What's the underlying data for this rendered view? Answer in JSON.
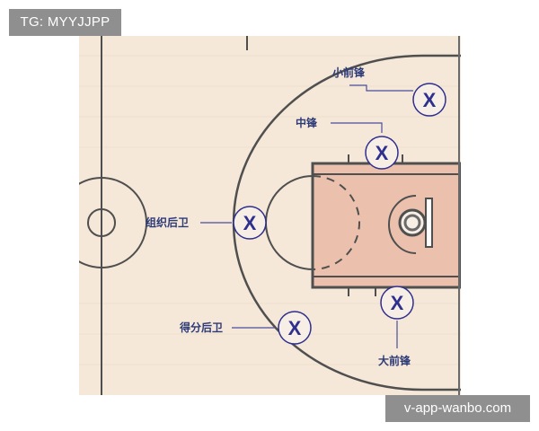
{
  "overlay": {
    "tag_text": "TG: MYYJJPP",
    "url_text": "v-app-wanbo.com"
  },
  "positions": {
    "small_forward": "小前锋",
    "center": "中锋",
    "point_guard": "组织后卫",
    "shooting_guard": "得分后卫",
    "power_forward": "大前锋"
  },
  "markers": {
    "symbol": "X",
    "icon": "x-circle-icon"
  },
  "colors": {
    "court_wood": "#f5e8d8",
    "paint": "#ebc0ad",
    "lines": "#4f4f4f",
    "marker": "#2f2f8e",
    "label": "#2d3a78",
    "leader_line": "#4a4f9a",
    "badge_bg": "#8f8f8f"
  }
}
